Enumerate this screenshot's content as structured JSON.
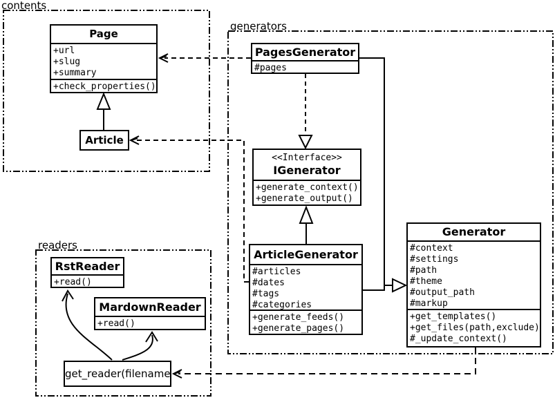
{
  "packages": {
    "contents": {
      "label": "contents"
    },
    "generators": {
      "label": "generators"
    },
    "readers": {
      "label": "readers"
    }
  },
  "classes": {
    "page": {
      "name": "Page",
      "attributes": [
        "+url",
        "+slug",
        "+summary"
      ],
      "methods": [
        "+check_properties()"
      ]
    },
    "article": {
      "name": "Article"
    },
    "pages_generator": {
      "name": "PagesGenerator",
      "attributes": [
        "#pages"
      ]
    },
    "igenerator": {
      "stereotype": "<<Interface>>",
      "name": "IGenerator",
      "methods": [
        "+generate_context()",
        "+generate_output()"
      ]
    },
    "article_generator": {
      "name": "ArticleGenerator",
      "attributes": [
        "#articles",
        "#dates",
        "#tags",
        "#categories"
      ],
      "methods": [
        "+generate_feeds()",
        "+generate_pages()"
      ]
    },
    "generator": {
      "name": "Generator",
      "attributes": [
        "#context",
        "#settings",
        "#path",
        "#theme",
        "#output_path",
        "#markup"
      ],
      "methods": [
        "+get_templates()",
        "+get_files(path,exclude)",
        "#_update_context()"
      ]
    },
    "rst_reader": {
      "name": "RstReader",
      "methods": [
        "+read()"
      ]
    },
    "mardown_reader": {
      "name": "MardownReader",
      "methods": [
        "+read()"
      ]
    },
    "get_reader": {
      "name": "get_reader(filename)"
    }
  },
  "relationships": [
    {
      "from": "Article",
      "to": "Page",
      "type": "generalization"
    },
    {
      "from": "PagesGenerator",
      "to": "Page",
      "type": "dependency"
    },
    {
      "from": "ArticleGenerator",
      "to": "Article",
      "type": "dependency"
    },
    {
      "from": "PagesGenerator",
      "to": "IGenerator",
      "type": "realization"
    },
    {
      "from": "ArticleGenerator",
      "to": "IGenerator",
      "type": "generalization"
    },
    {
      "from": "PagesGenerator",
      "to": "Generator",
      "type": "generalization"
    },
    {
      "from": "ArticleGenerator",
      "to": "Generator",
      "type": "generalization"
    },
    {
      "from": "Generator",
      "to": "get_reader(filename)",
      "type": "dependency"
    },
    {
      "from": "get_reader(filename)",
      "to": "RstReader",
      "type": "association"
    },
    {
      "from": "get_reader(filename)",
      "to": "MardownReader",
      "type": "association"
    }
  ],
  "colors": {
    "line": "#000000",
    "background": "#ffffff",
    "box_fill": "#ffffff"
  }
}
